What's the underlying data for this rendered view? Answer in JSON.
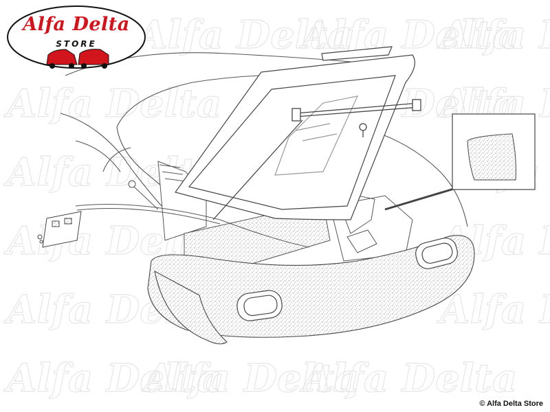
{
  "watermark": {
    "text": "Alfa Delta"
  },
  "logo": {
    "brand": "Alfa Delta",
    "sub": "STORE",
    "colors": {
      "brand_red": "#d2141c",
      "outline": "#111111"
    }
  },
  "diagram": {
    "subject": "rear-trunk-boot-lid-with-carpet-insulation",
    "line_color": "#555555",
    "carpet_texture_color": "#777777",
    "detail_callout_icon": "carpet-pad-detail"
  },
  "footer": {
    "copyright": "© Alfa Delta Store"
  }
}
